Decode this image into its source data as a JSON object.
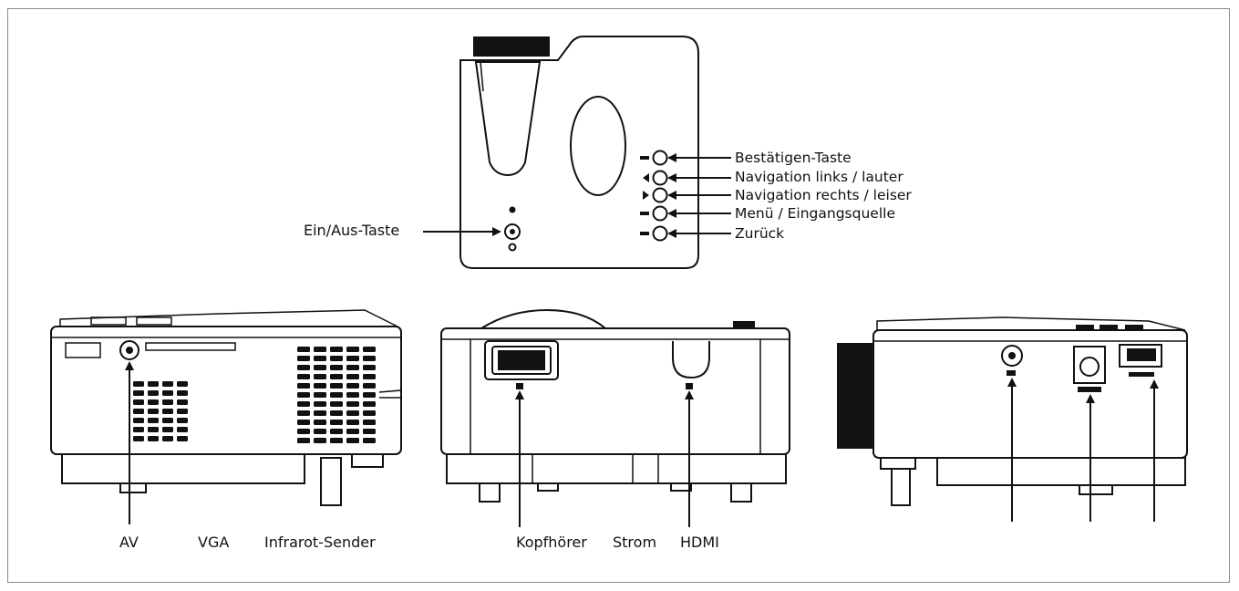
{
  "top_view": {
    "power_label": "Ein/Aus-Taste",
    "buttons": [
      {
        "label": "Bestätigen-Taste"
      },
      {
        "label": "Navigation links / lauter"
      },
      {
        "label": "Navigation rechts / leiser"
      },
      {
        "label": "Menü / Eingangsquelle"
      },
      {
        "label": "Zurück"
      }
    ]
  },
  "left_view": {
    "labels": [
      "AV",
      "VGA",
      "Infrarot-Sender"
    ]
  },
  "front_view": {
    "labels": [
      "Kopfhörer",
      "Strom",
      "HDMI"
    ]
  },
  "colors": {
    "line": "#111111",
    "frame": "#8a8a8a",
    "background": "#ffffff"
  }
}
